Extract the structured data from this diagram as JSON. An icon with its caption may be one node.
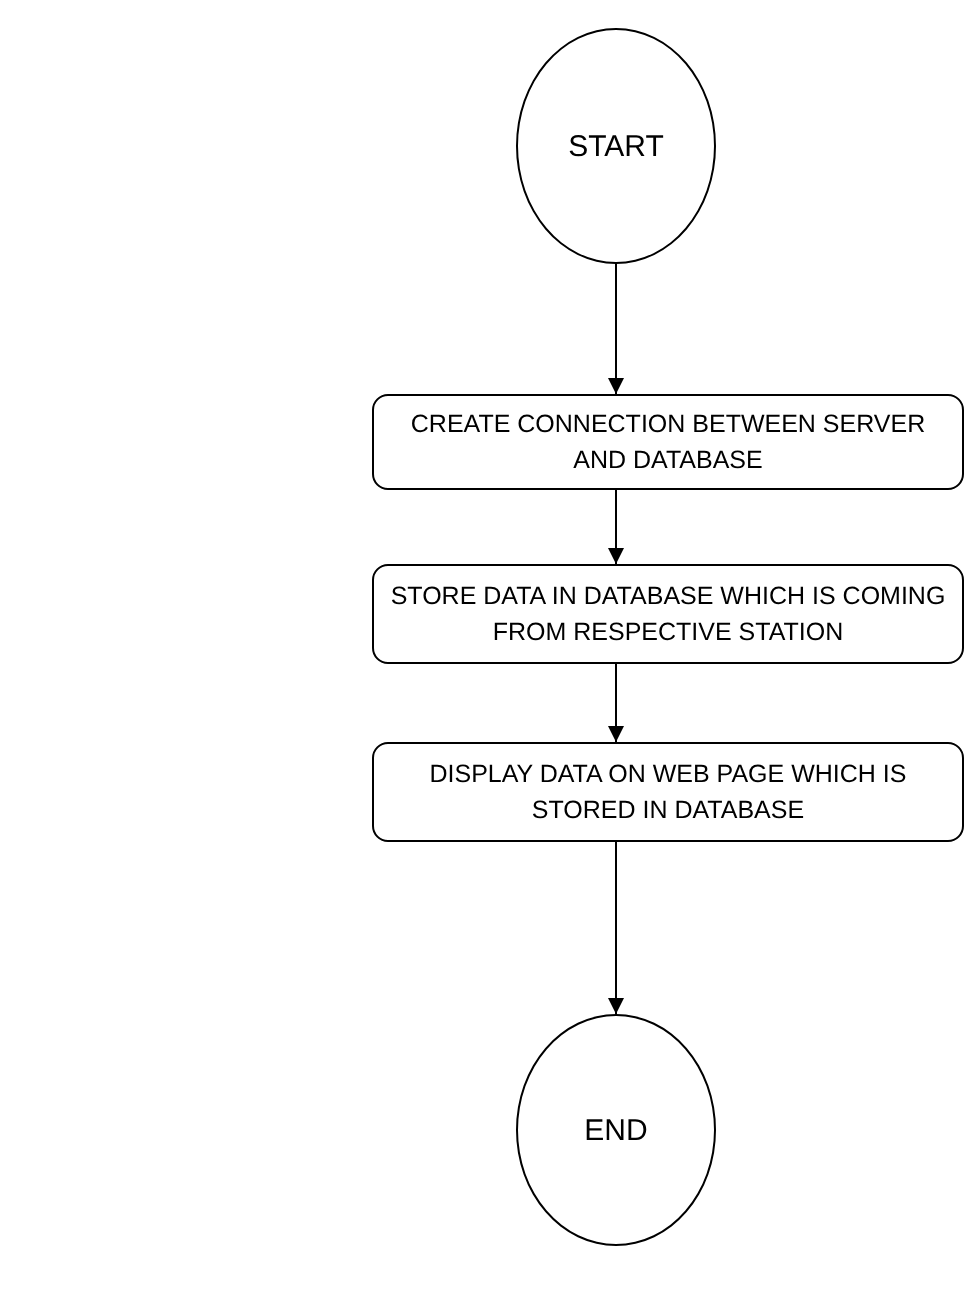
{
  "diagram": {
    "nodes": [
      {
        "text": [
          "START"
        ]
      },
      {
        "text": [
          "CREATE CONNECTION BETWEEN SERVER AND DATABASE"
        ]
      },
      {
        "text": [
          "STORE DATA IN DATABASE WHICH IS COMING FROM RESPECTIVE STATION"
        ]
      },
      {
        "text": [
          "DISPLAY DATA ON WEB PAGE WHICH IS STORED IN DATABASE"
        ]
      },
      {
        "text": [
          "END"
        ]
      }
    ],
    "edges": [
      {
        "from": 0,
        "to": 1,
        "arrow": "to"
      },
      {
        "from": 1,
        "to": 2,
        "arrow": "to"
      },
      {
        "from": 2,
        "to": 3,
        "arrow": "to"
      },
      {
        "from": 3,
        "to": 4,
        "arrow": "to"
      }
    ]
  }
}
